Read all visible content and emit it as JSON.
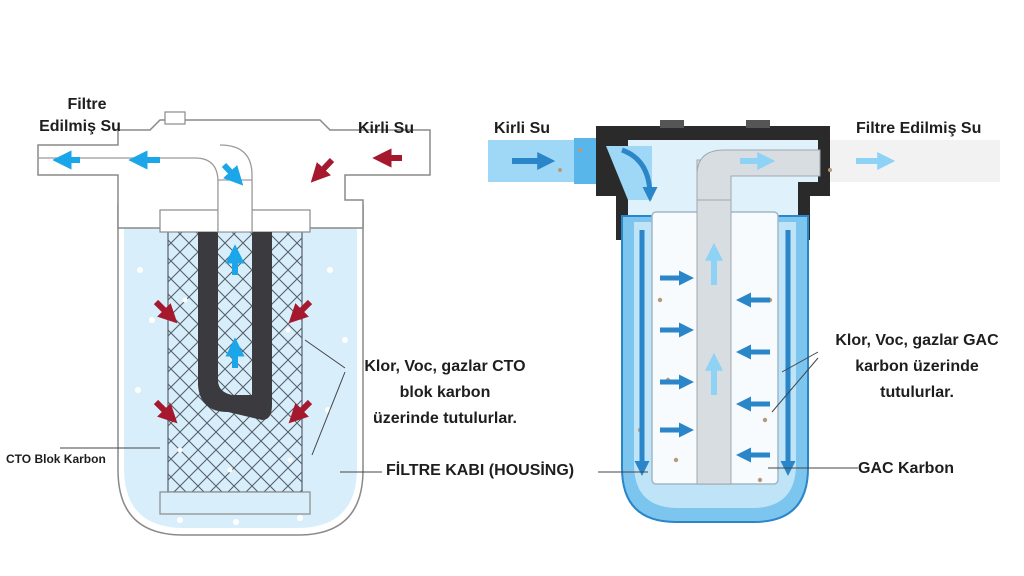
{
  "left_filter": {
    "filtered_label_line1": "Filtre",
    "filtered_label_line2": "Edilmiş Su",
    "dirty_label": "Kirli Su",
    "note_line1": "Klor, Voc, gazlar CTO",
    "note_line2": "blok karbon",
    "note_line3": "üzerinde tutulurlar.",
    "media_label": "CTO Blok Karbon"
  },
  "shared": {
    "housing_label": "FİLTRE KABI (HOUSİNG)"
  },
  "right_filter": {
    "dirty_label": "Kirli Su",
    "filtered_label": "Filtre Edilmiş Su",
    "note_line1": "Klor, Voc, gazlar GAC",
    "note_line2": "karbon üzerinde",
    "note_line3": "tutulurlar.",
    "media_label": "GAC Karbon"
  },
  "colors": {
    "dirty_arrow": "#a5182e",
    "clean_arrow": "#1aa6e8",
    "left_water": "#d8eefb",
    "right_housing": "#7cc5ee",
    "cap_dark": "#2a2a2a"
  }
}
